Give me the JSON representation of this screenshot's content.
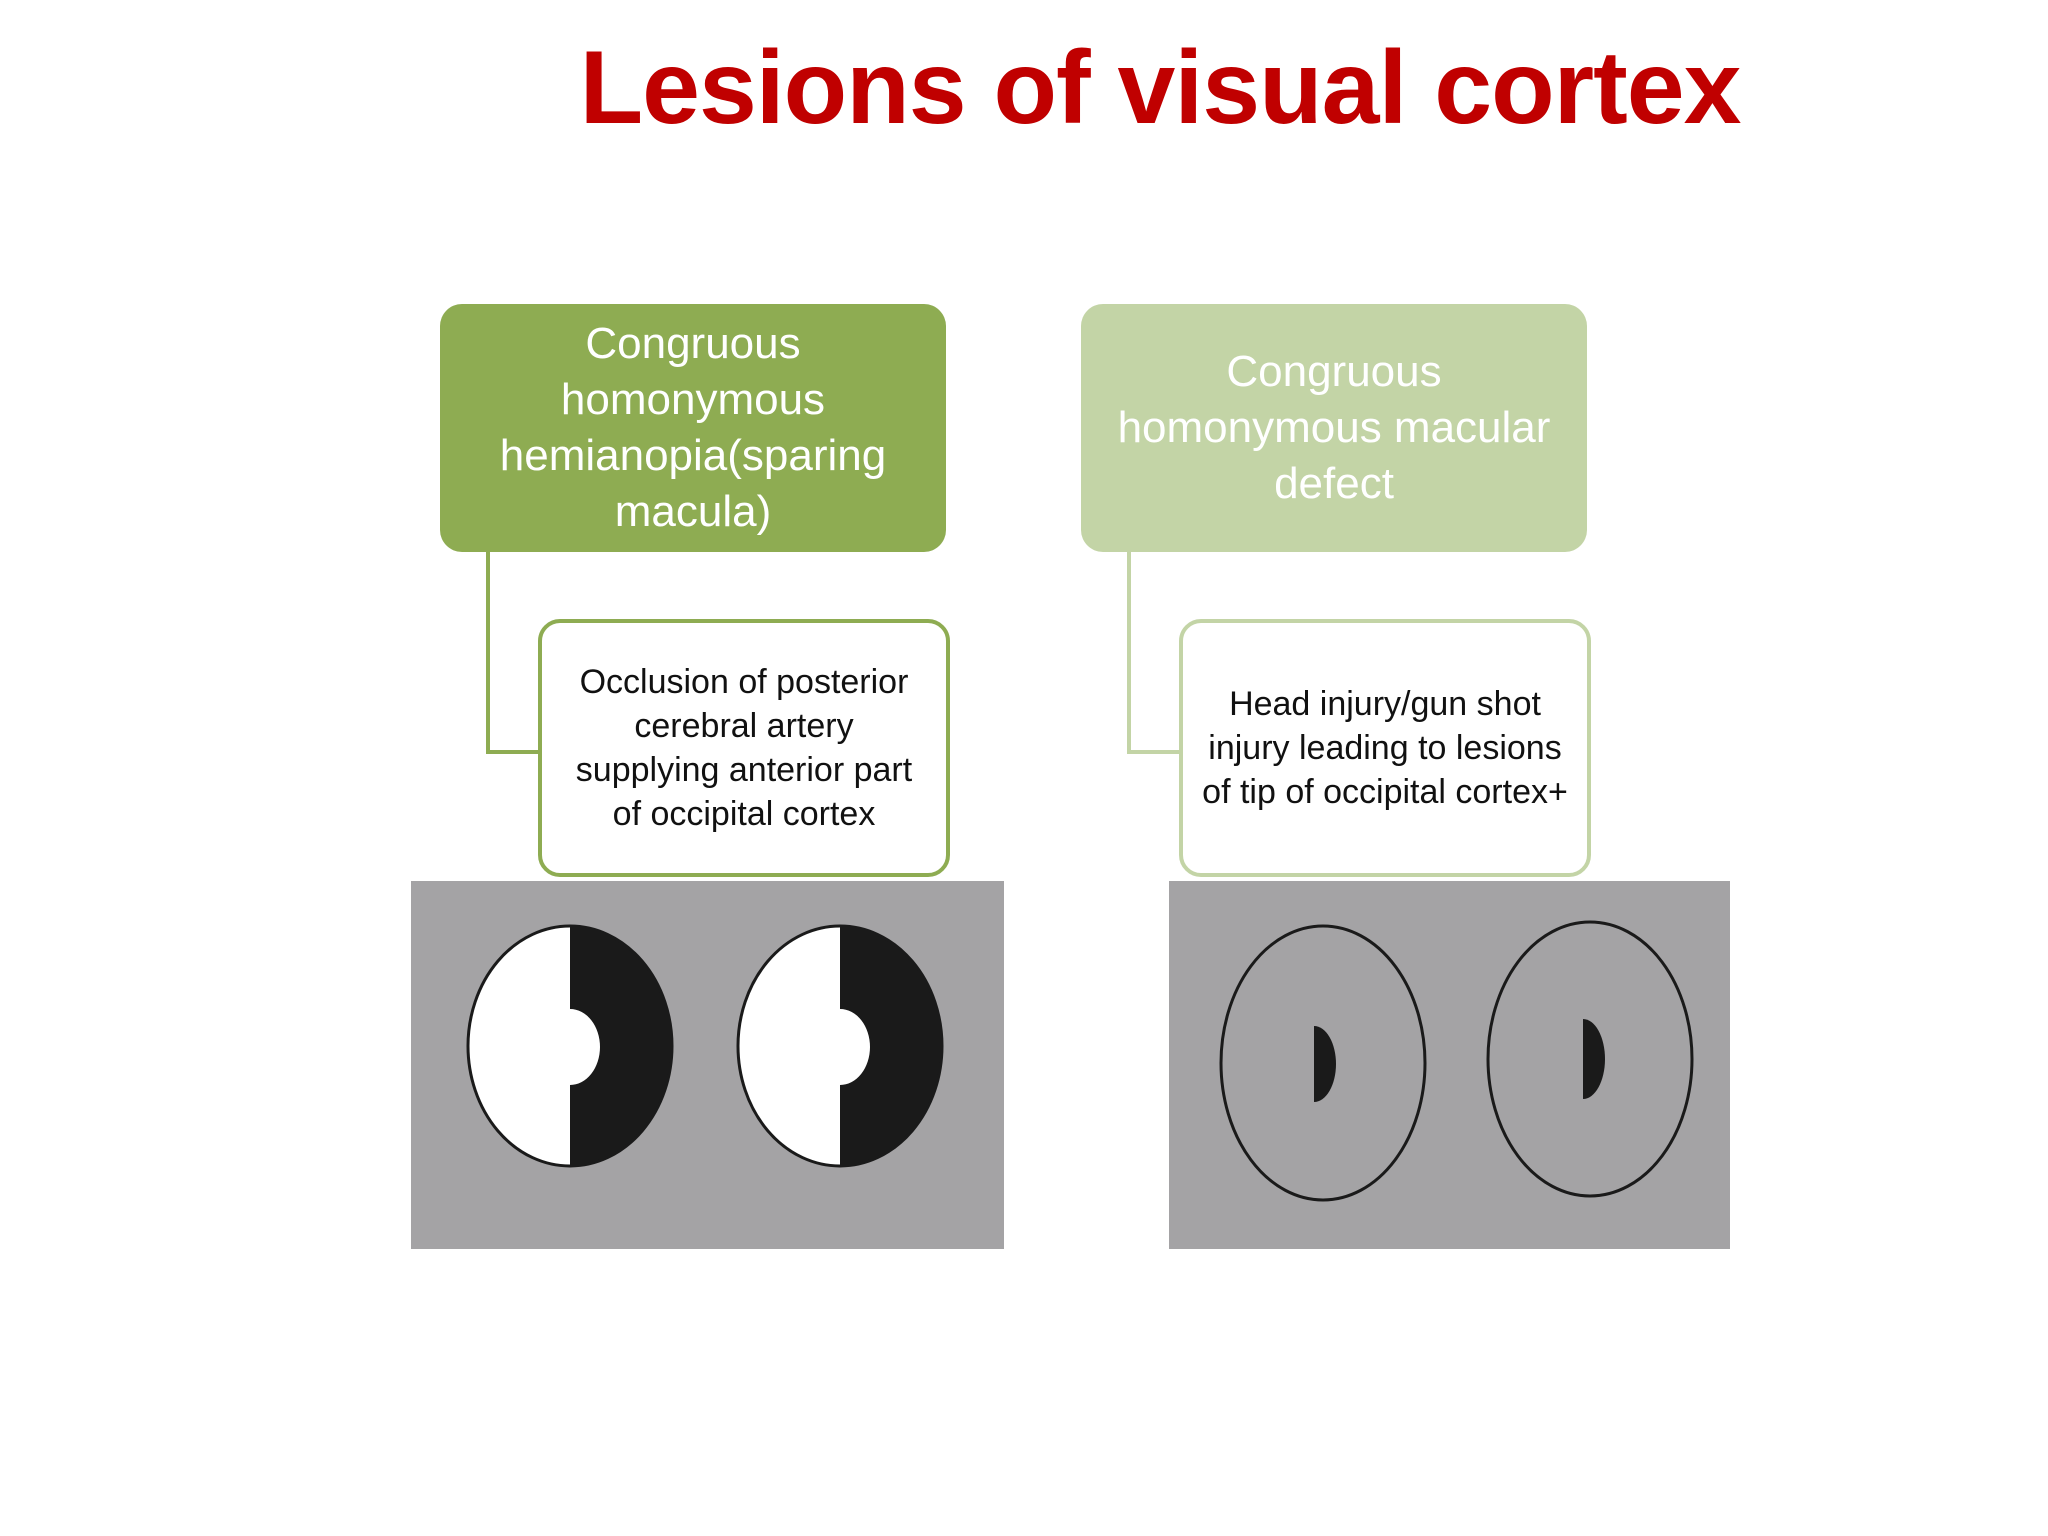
{
  "slide": {
    "title": "Lesions of visual cortex"
  },
  "left_branch": {
    "heading": "Congruous homonymous hemianopia(sparing macula)",
    "cause": "Occlusion of posterior cerebral artery supplying anterior part of occipital cortex",
    "field_chart": "homonymous-hemianopia-macular-sparing"
  },
  "right_branch": {
    "heading": "Congruous homonymous macular defect",
    "cause": "Head injury/gun shot injury leading to lesions of tip of occipital cortex+",
    "field_chart": "homonymous-macular-defect"
  },
  "colors": {
    "title": "#c00000",
    "left_box": "#8eac52",
    "right_box": "#c3d4a6",
    "chart_background": "#a4a3a5",
    "defect": "#1a1a1a"
  }
}
